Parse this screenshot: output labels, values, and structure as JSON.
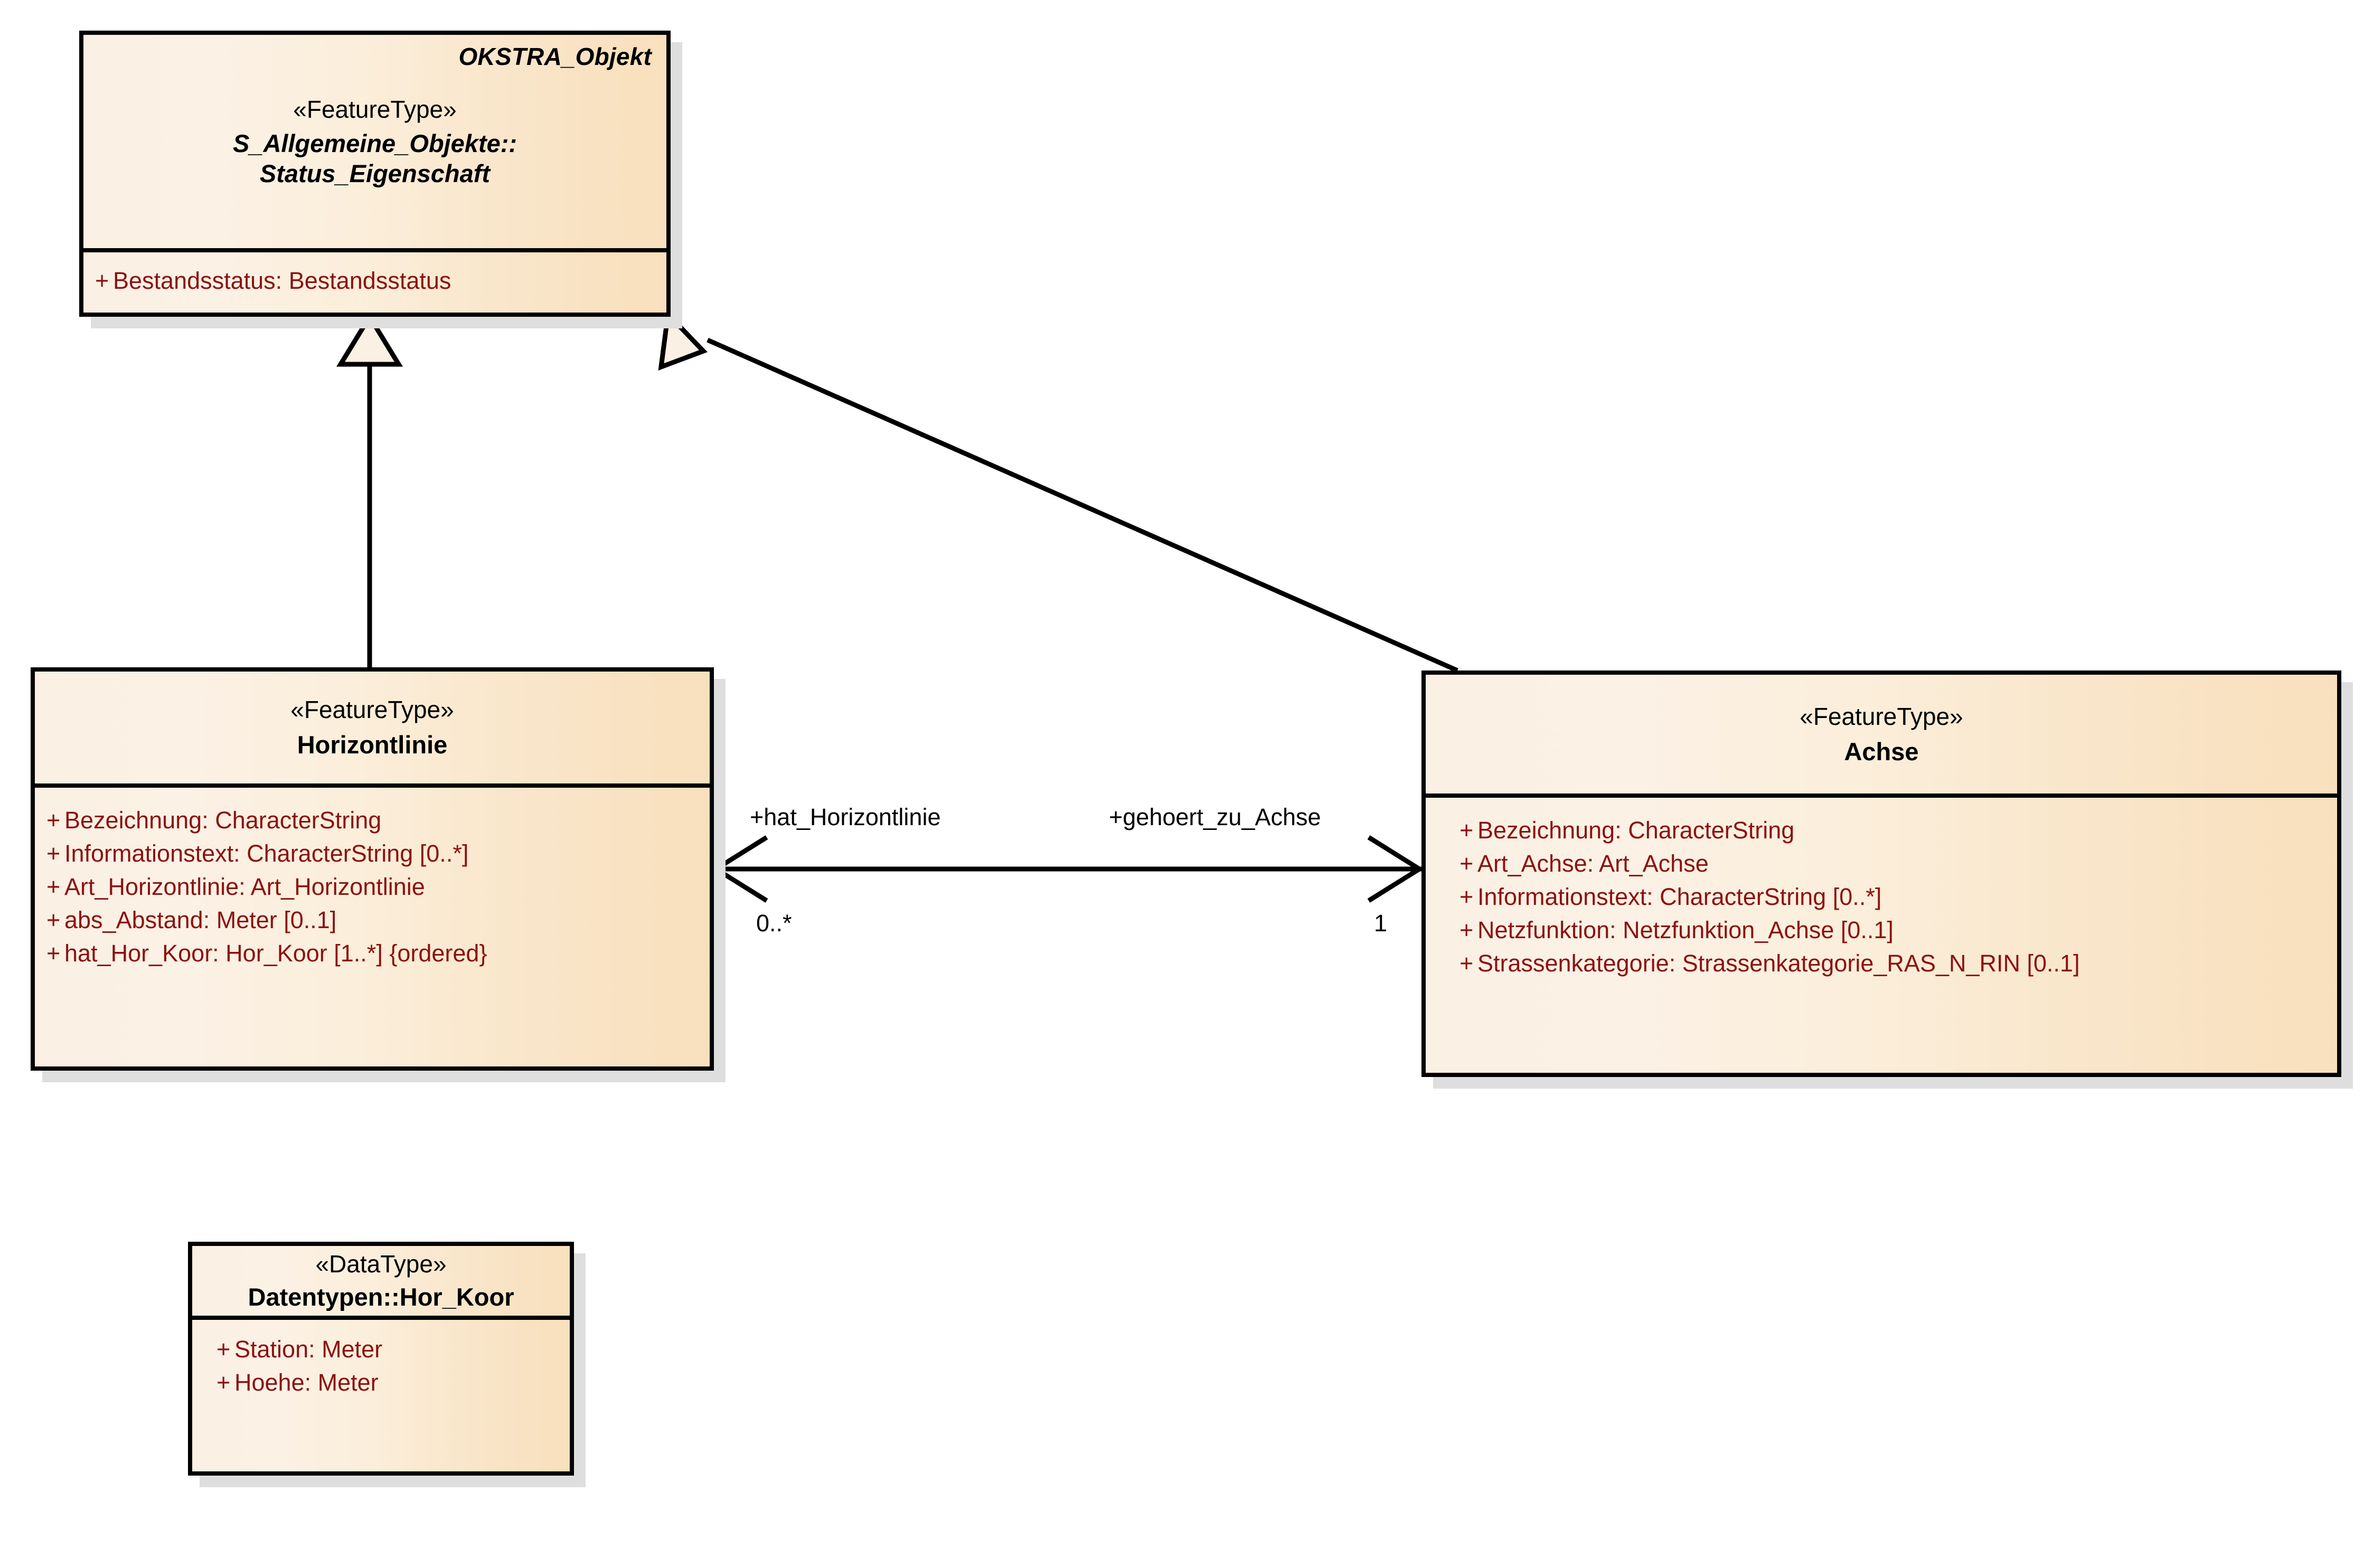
{
  "diagram": {
    "type": "uml-class-diagram",
    "background": "#ffffff",
    "class_fill_left": "#faf0e3",
    "class_fill_right": "#f9e0bd",
    "class_border": "#000000",
    "attribute_color": "#8c1111",
    "shadow_color": "#dedede"
  },
  "classes": {
    "status_eigenschaft": {
      "ref_name": "OKSTRA_Objekt",
      "stereotype": "«FeatureType»",
      "name_line1": "S_Allgemeine_Objekte::",
      "name_line2": "Status_Eigenschaft",
      "abstract": true,
      "attributes": [
        {
          "visibility": "+",
          "text": "Bestandsstatus: Bestandsstatus"
        }
      ]
    },
    "horizontlinie": {
      "stereotype": "«FeatureType»",
      "name": "Horizontlinie",
      "attributes": [
        {
          "visibility": "+",
          "text": "Bezeichnung: CharacterString"
        },
        {
          "visibility": "+",
          "text": "Informationstext: CharacterString [0..*]"
        },
        {
          "visibility": "+",
          "text": "Art_Horizontlinie: Art_Horizontlinie"
        },
        {
          "visibility": "+",
          "text": "abs_Abstand: Meter [0..1]"
        },
        {
          "visibility": "+",
          "text": "hat_Hor_Koor: Hor_Koor [1..*] {ordered}"
        }
      ]
    },
    "achse": {
      "stereotype": "«FeatureType»",
      "name": "Achse",
      "attributes": [
        {
          "visibility": "+",
          "text": "Bezeichnung: CharacterString"
        },
        {
          "visibility": "+",
          "text": "Art_Achse: Art_Achse"
        },
        {
          "visibility": "+",
          "text": "Informationstext: CharacterString [0..*]"
        },
        {
          "visibility": "+",
          "text": "Netzfunktion: Netzfunktion_Achse [0..1]"
        },
        {
          "visibility": "+",
          "text": "Strassenkategorie: Strassenkategorie_RAS_N_RIN [0..1]"
        }
      ]
    },
    "hor_koor": {
      "stereotype": "«DataType»",
      "name": "Datentypen::Hor_Koor",
      "attributes": [
        {
          "visibility": "+",
          "text": "Station: Meter"
        },
        {
          "visibility": "+",
          "text": "Hoehe: Meter"
        }
      ]
    }
  },
  "relationships": {
    "gen_horizontlinie": {
      "kind": "generalization",
      "from": "Horizontlinie",
      "to": "S_Allgemeine_Objekte::Status_Eigenschaft"
    },
    "gen_achse": {
      "kind": "generalization",
      "from": "Achse",
      "to": "S_Allgemeine_Objekte::Status_Eigenschaft"
    },
    "assoc_horizontlinie_achse": {
      "kind": "association",
      "source_role": "+hat_Horizontlinie",
      "source_multiplicity": "0..*",
      "target_role": "+gehoert_zu_Achse",
      "target_multiplicity": "1"
    }
  }
}
